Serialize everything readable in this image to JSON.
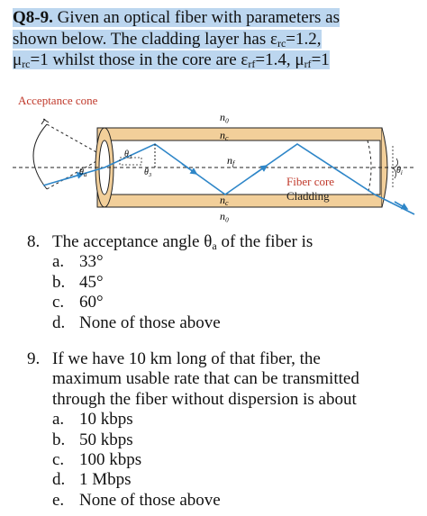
{
  "header": {
    "qid": "Q8-9.",
    "line1": " Given an optical fiber with parameters as",
    "line2_a": "shown below. The cladding layer has ε",
    "line2_sub": "rc",
    "line2_b": "=1.2,",
    "line3_a": "μ",
    "line3_sub1": "rc",
    "line3_b": "=1 whilst those in the core are ε",
    "line3_sub2": "rf",
    "line3_c": "=1.4, μ",
    "line3_sub3": "rf",
    "line3_d": "=1"
  },
  "figure": {
    "acceptance_cone": "Acceptance cone",
    "n0_top": "n₀",
    "nc_top": "n",
    "nc_sub": "c",
    "nf": "n",
    "nf_sub": "f",
    "nc_bottom": "n",
    "n0_bottom": "n₀",
    "fiber_core": "Fiber core",
    "cladding": "Cladding",
    "theta_a": "θ",
    "theta_a_sub": "a",
    "theta2": "θ₂",
    "theta3": "θ₃",
    "theta_i": "θ",
    "theta_i_sub": "i",
    "colors": {
      "core": "#ffffff",
      "cladding": "#f2cf9a",
      "ray": "#2e86c8",
      "label": "#c0392b",
      "outline": "#222222"
    }
  },
  "q8": {
    "num": "8.",
    "text_a": "The acceptance angle θ",
    "text_sub": "a",
    "text_b": " of the fiber is",
    "options": [
      {
        "letter": "a.",
        "text": "33°"
      },
      {
        "letter": "b.",
        "text": "45°"
      },
      {
        "letter": "c.",
        "text": "60°"
      },
      {
        "letter": "d.",
        "text": "None of those above"
      }
    ]
  },
  "q9": {
    "num": "9.",
    "line1": "If we have 10 km long of that fiber, the",
    "line2": "maximum usable rate that can be transmitted",
    "line3": "through the fiber without dispersion is about",
    "options": [
      {
        "letter": "a.",
        "text": "10 kbps"
      },
      {
        "letter": "b.",
        "text": "50 kbps"
      },
      {
        "letter": "c.",
        "text": "100 kbps"
      },
      {
        "letter": "d.",
        "text": "1 Mbps"
      },
      {
        "letter": "e.",
        "text": "None of those above"
      }
    ]
  }
}
